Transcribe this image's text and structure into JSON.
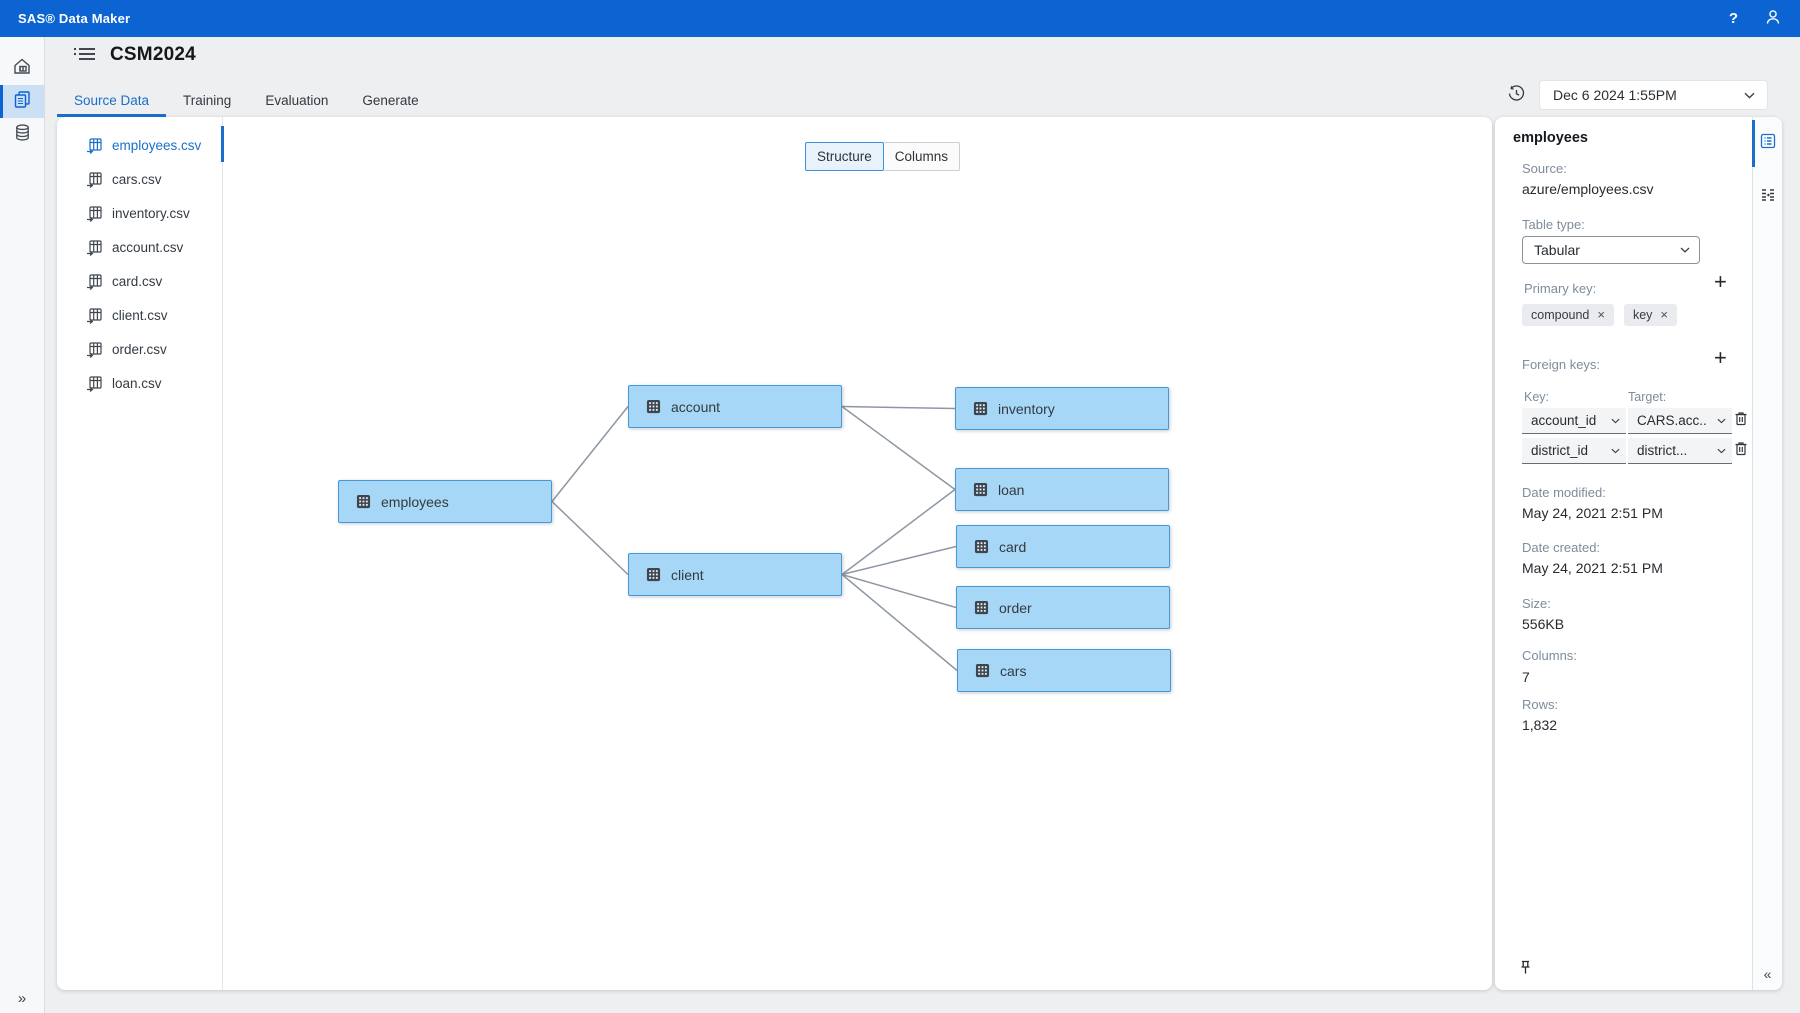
{
  "topbar": {
    "brand": "SAS® Data Maker",
    "help": "?"
  },
  "header": {
    "title": "CSM2024"
  },
  "tabs": [
    {
      "label": "Source Data",
      "active": true
    },
    {
      "label": "Training",
      "active": false
    },
    {
      "label": "Evaluation",
      "active": false
    },
    {
      "label": "Generate",
      "active": false
    }
  ],
  "snapshot": {
    "value": "Dec 6 2024 1:55PM"
  },
  "files": [
    {
      "name": "employees.csv",
      "selected": true
    },
    {
      "name": "cars.csv",
      "selected": false
    },
    {
      "name": "inventory.csv",
      "selected": false
    },
    {
      "name": "account.csv",
      "selected": false
    },
    {
      "name": "card.csv",
      "selected": false
    },
    {
      "name": "client.csv",
      "selected": false
    },
    {
      "name": "order.csv",
      "selected": false
    },
    {
      "name": "loan.csv",
      "selected": false
    }
  ],
  "view_toggle": {
    "structure": "Structure",
    "columns": "Columns",
    "active": "Structure"
  },
  "diagram": {
    "nodes": [
      {
        "id": "employees",
        "label": "employees"
      },
      {
        "id": "account",
        "label": "account"
      },
      {
        "id": "client",
        "label": "client"
      },
      {
        "id": "inventory",
        "label": "inventory"
      },
      {
        "id": "loan",
        "label": "loan"
      },
      {
        "id": "card",
        "label": "card"
      },
      {
        "id": "order",
        "label": "order"
      },
      {
        "id": "cars",
        "label": "cars"
      }
    ],
    "edges": [
      [
        "employees",
        "account"
      ],
      [
        "employees",
        "client"
      ],
      [
        "account",
        "inventory"
      ],
      [
        "account",
        "loan"
      ],
      [
        "client",
        "loan"
      ],
      [
        "client",
        "card"
      ],
      [
        "client",
        "order"
      ],
      [
        "client",
        "cars"
      ]
    ]
  },
  "details": {
    "title": "employees",
    "source_label": "Source:",
    "source": "azure/employees.csv",
    "table_type_label": "Table type:",
    "table_type": "Tabular",
    "primary_key_label": "Primary key:",
    "primary_keys": [
      "compound",
      "key"
    ],
    "foreign_keys_label": "Foreign keys:",
    "key_header": "Key:",
    "target_header": "Target:",
    "foreign_keys": [
      {
        "key": "account_id",
        "target": "CARS.acc.."
      },
      {
        "key": "district_id",
        "target": "district..."
      }
    ],
    "date_modified_label": "Date modified:",
    "date_modified": "May 24, 2021 2:51 PM",
    "date_created_label": "Date created:",
    "date_created": "May 24, 2021 2:51 PM",
    "size_label": "Size:",
    "size": "556KB",
    "columns_label": "Columns:",
    "columns": "7",
    "rows_label": "Rows:",
    "rows": "1,832"
  },
  "icons": {
    "collapse": "«",
    "expand": "»",
    "add": "+",
    "remove": "×"
  },
  "colors": {
    "topbar": "#0b64d2",
    "accent": "#1b6fc9",
    "node_fill": "#a7d7f6",
    "node_border": "#4897d6",
    "edge": "#8d97a3",
    "page_bg": "#edeff1"
  }
}
